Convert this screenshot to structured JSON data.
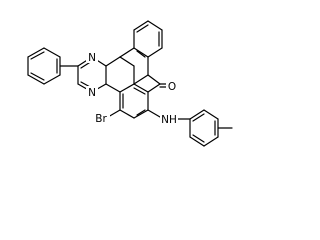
{
  "atoms": {
    "n_top": "N",
    "n_bottom": "N",
    "oxygen": "O",
    "bromine": "Br",
    "amine": "NH"
  }
}
